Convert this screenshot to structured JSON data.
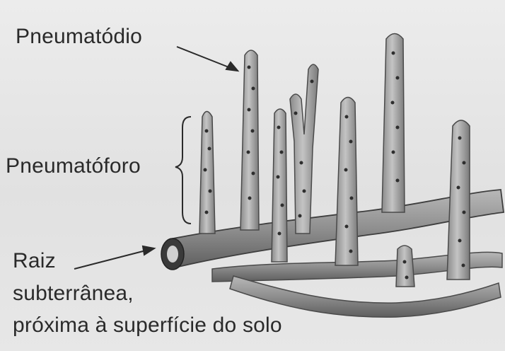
{
  "labels": {
    "pneumatodio": "Pneumatódio",
    "pneumatoforo": "Pneumatóforo",
    "raiz_line1": "Raiz",
    "raiz_line2": "subterrânea,",
    "raiz_line3": "próxima à superfície do solo"
  },
  "colors": {
    "background": "#e6e6e6",
    "root_fill": "#9a9a9a",
    "root_dark": "#4a4a4a",
    "pore": "#2e2e2e",
    "text": "#2a2a2a"
  }
}
